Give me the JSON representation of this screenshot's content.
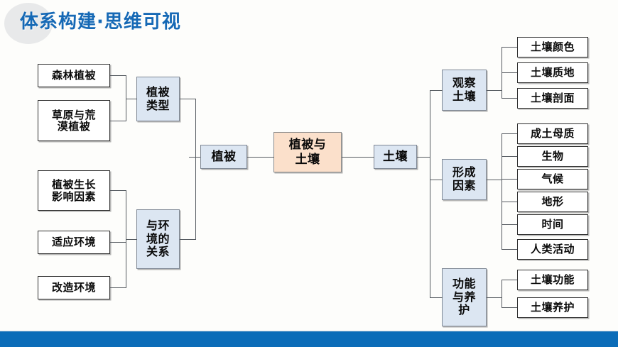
{
  "slide": {
    "title": "体系构建·思维可视",
    "accent_color": "#1669b5",
    "bottom_bar_color": "#0b6cb8",
    "branch_fill": "#dce6f2",
    "center_fill": "#fbe0cb",
    "leaf_fill": "#ffffff"
  },
  "diagram": {
    "center": {
      "label": "植被与\n土壤"
    },
    "left": {
      "hub": {
        "label": "植被"
      },
      "branches": [
        {
          "label": "植被\n类型",
          "leaves": [
            {
              "label": "森林植被"
            },
            {
              "label": "草原与荒\n漠植被"
            }
          ]
        },
        {
          "label": "与环\n境的\n关系",
          "leaves": [
            {
              "label": "植被生长\n影响因素"
            },
            {
              "label": "适应环境"
            },
            {
              "label": "改造环境"
            }
          ]
        }
      ]
    },
    "right": {
      "hub": {
        "label": "土壤"
      },
      "branches": [
        {
          "label": "观察\n土壤",
          "leaves": [
            {
              "label": "土壤颜色"
            },
            {
              "label": "土壤质地"
            },
            {
              "label": "土壤剖面"
            }
          ]
        },
        {
          "label": "形成\n因素",
          "leaves": [
            {
              "label": "成土母质"
            },
            {
              "label": "生物"
            },
            {
              "label": "气候"
            },
            {
              "label": "地形"
            },
            {
              "label": "时间"
            },
            {
              "label": "人类活动"
            }
          ]
        },
        {
          "label": "功能\n与养\n护",
          "leaves": [
            {
              "label": "土壤功能"
            },
            {
              "label": "土壤养护"
            }
          ]
        }
      ]
    }
  }
}
